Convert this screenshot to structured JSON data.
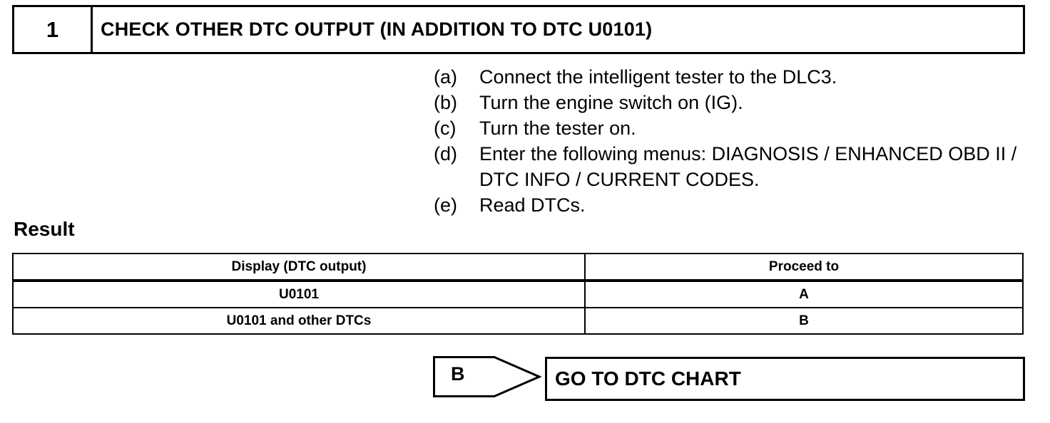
{
  "step": {
    "number": "1",
    "title": "CHECK OTHER DTC OUTPUT (IN ADDITION TO DTC U0101)"
  },
  "procedure": [
    {
      "label": "(a)",
      "text": "Connect the intelligent tester to the DLC3."
    },
    {
      "label": "(b)",
      "text": "Turn the engine switch on (IG)."
    },
    {
      "label": "(c)",
      "text": "Turn the tester on."
    },
    {
      "label": "(d)",
      "text": "Enter the following menus: DIAGNOSIS / ENHANCED OBD II / DTC INFO / CURRENT CODES."
    },
    {
      "label": "(e)",
      "text": "Read DTCs."
    }
  ],
  "result": {
    "heading": "Result",
    "columns": [
      "Display (DTC output)",
      "Proceed to"
    ],
    "rows": [
      [
        "U0101",
        "A"
      ],
      [
        "U0101 and other DTCs",
        "B"
      ]
    ]
  },
  "branch": {
    "label": "B",
    "action": "GO TO DTC CHART"
  }
}
